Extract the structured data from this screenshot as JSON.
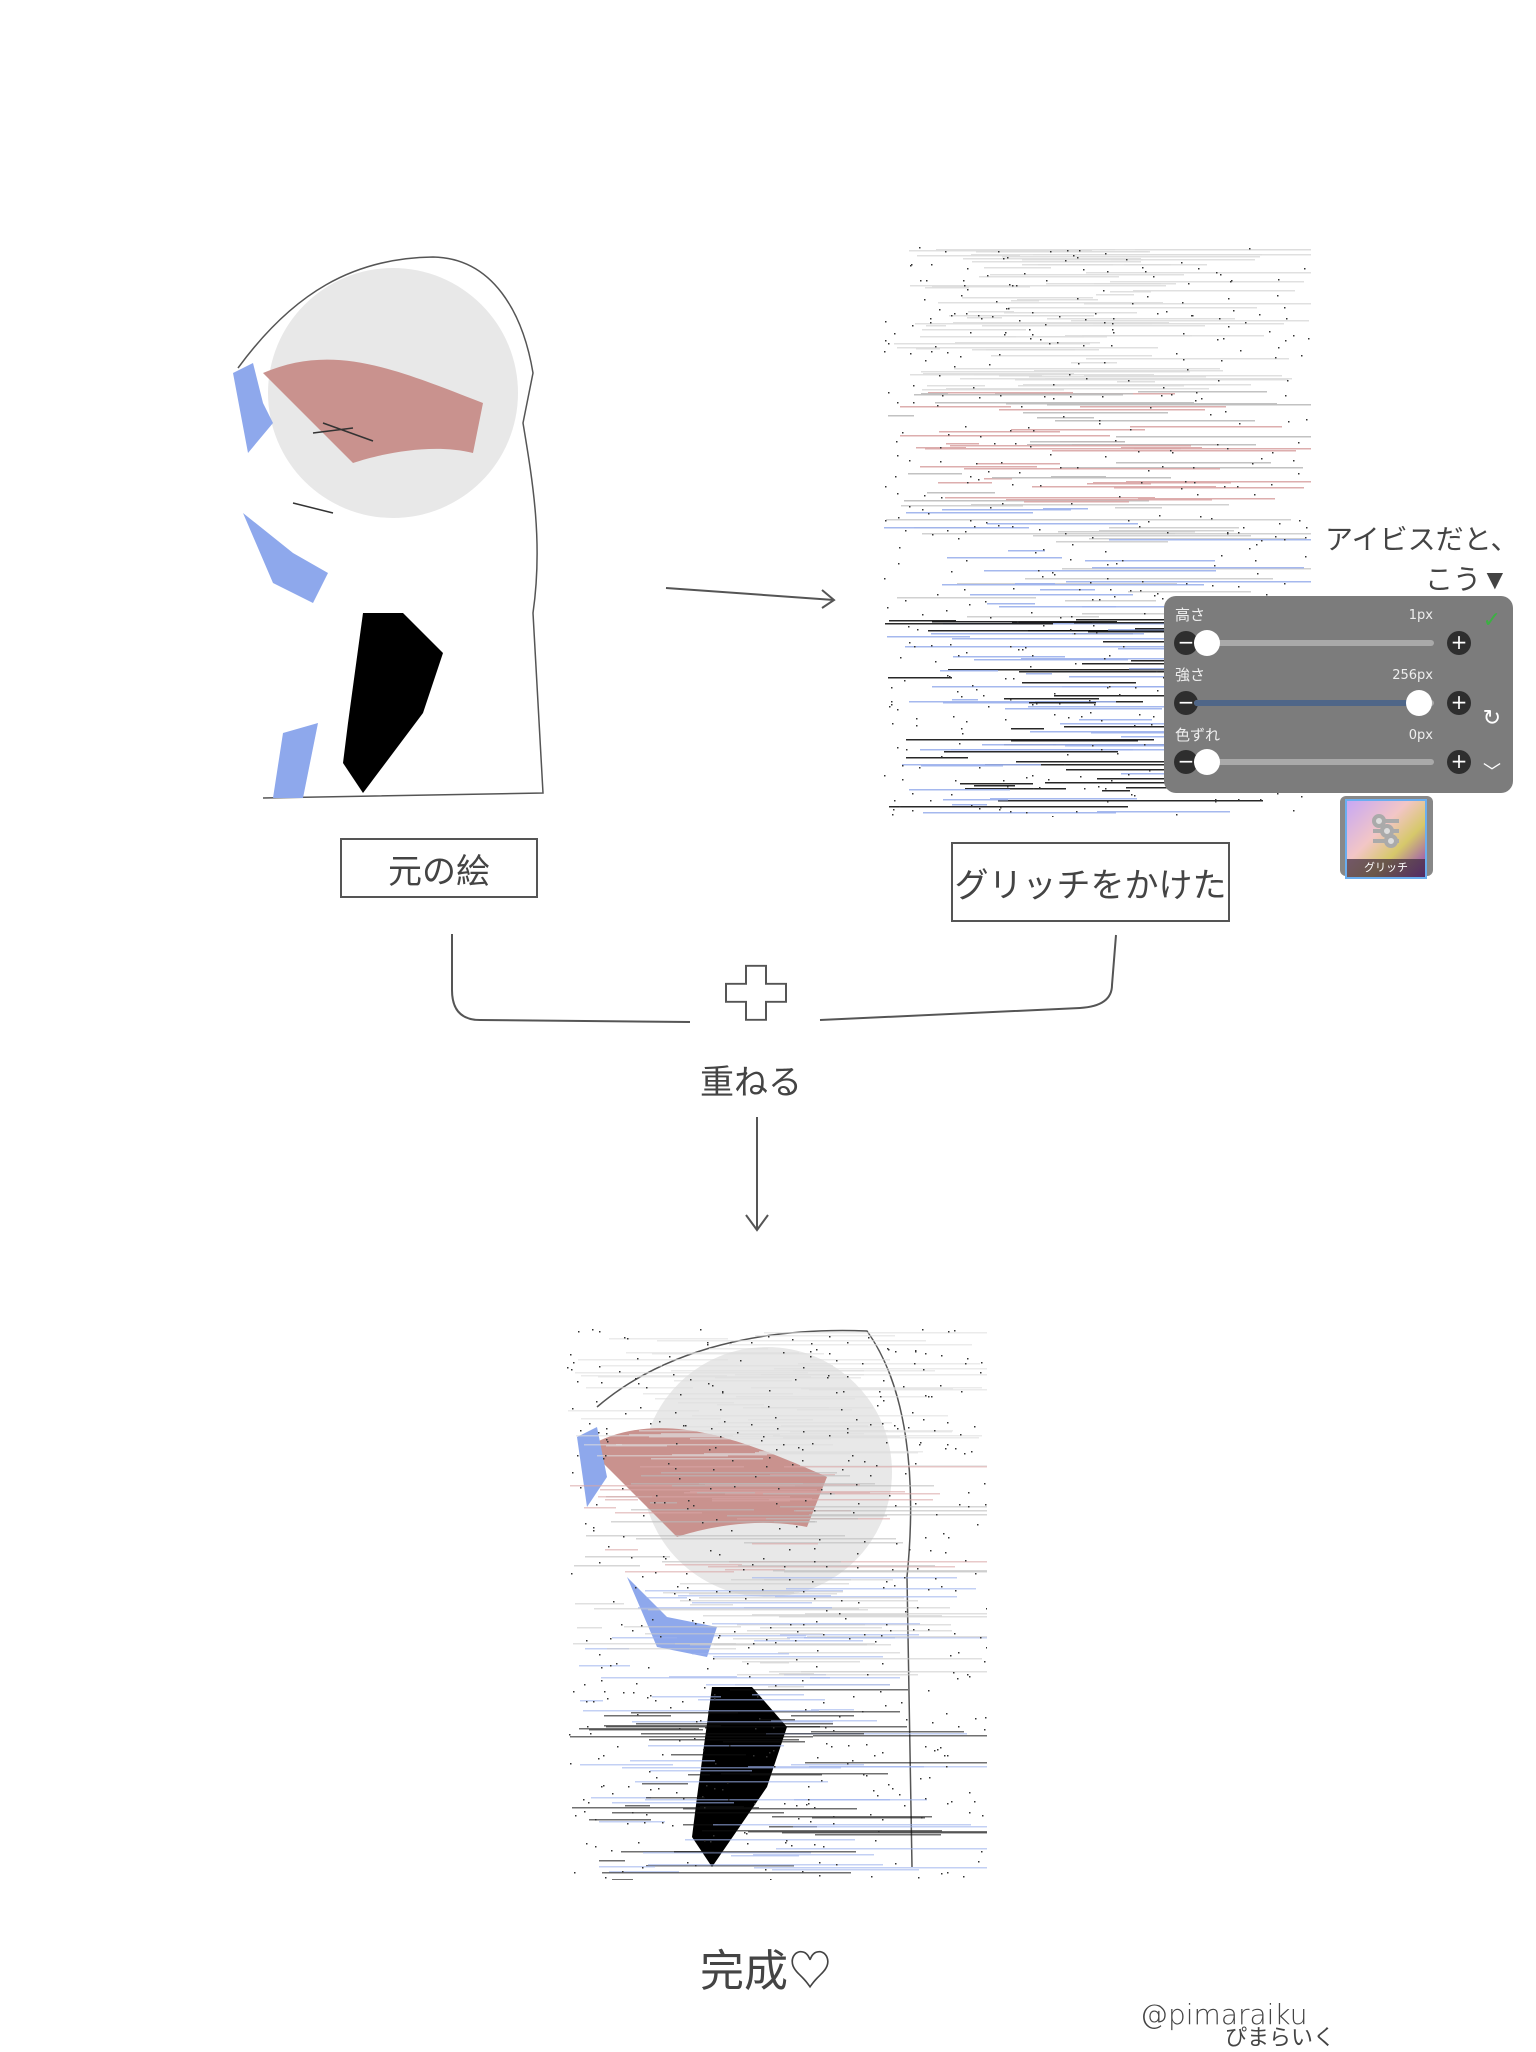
{
  "labels": {
    "original": "元の絵",
    "glitched": "グリッチをかけた",
    "overlay": "重ねる",
    "done": "完成♡",
    "note_line1": "アイビスだと、",
    "note_line2": "こう▼",
    "author_handle": "@pimaraiku",
    "author_name": "ぴまらいく"
  },
  "glitch_panel": {
    "sliders": [
      {
        "label": "高さ",
        "value_text": "1px",
        "fraction": 0.0
      },
      {
        "label": "強さ",
        "value_text": "256px",
        "fraction": 1.0
      },
      {
        "label": "色ずれ",
        "value_text": "0px",
        "fraction": 0.0
      }
    ],
    "filter_thumbnail_label": "グリッチ",
    "accent_color": "#4f6688",
    "confirm_color": "#3cb043"
  },
  "icons": [
    "check-icon",
    "reset-icon",
    "chevron-down-icon",
    "plus-icon",
    "minus-icon",
    "sliders-icon"
  ]
}
